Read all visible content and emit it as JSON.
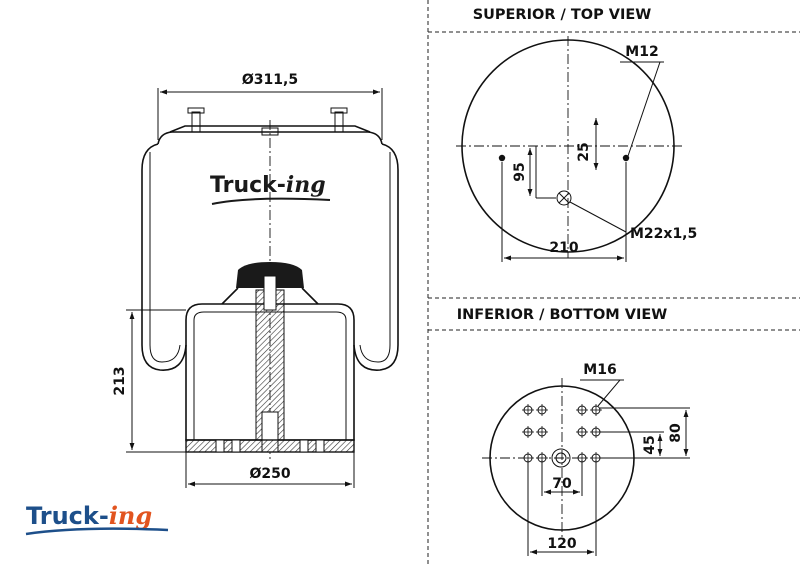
{
  "side_view": {
    "dim_top_diameter": "Ø311,5",
    "dim_bottom_diameter": "Ø250",
    "dim_height": "213",
    "center_label": "Truck-",
    "center_label_suffix": "ing"
  },
  "top_view": {
    "title": "SUPERIOR / TOP VIEW",
    "thread_small": "M12",
    "thread_center": "M22x1,5",
    "dim_offset_25": "25",
    "dim_offset_95": "95",
    "dim_width_210": "210"
  },
  "bottom_view": {
    "title": "INFERIOR / BOTTOM VIEW",
    "thread": "M16",
    "dim_45": "45",
    "dim_80": "80",
    "dim_70": "70",
    "dim_120": "120"
  },
  "logo": {
    "text_main": "Truck-",
    "text_suffix": "ing",
    "color_main": "#1d4f8a",
    "color_suffix": "#e2541f"
  }
}
